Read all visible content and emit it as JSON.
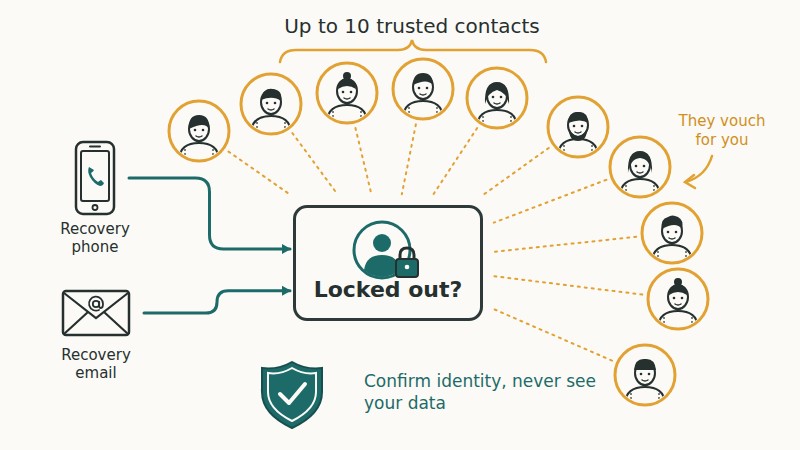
{
  "diagram": {
    "nodes": [
      {
        "text": [
          "Recovery phone"
        ]
      },
      {
        "text": [
          "Recovery email"
        ]
      },
      {
        "text": [
          "Locked out?"
        ]
      }
    ],
    "edges": [
      {
        "from": 0,
        "to": 2,
        "arrow": "to"
      },
      {
        "from": 1,
        "to": 2,
        "arrow": "to"
      }
    ],
    "labels": [
      "Up to 10 trusted contacts",
      "They vouch for you",
      "Confirm identity, never see your data"
    ]
  }
}
